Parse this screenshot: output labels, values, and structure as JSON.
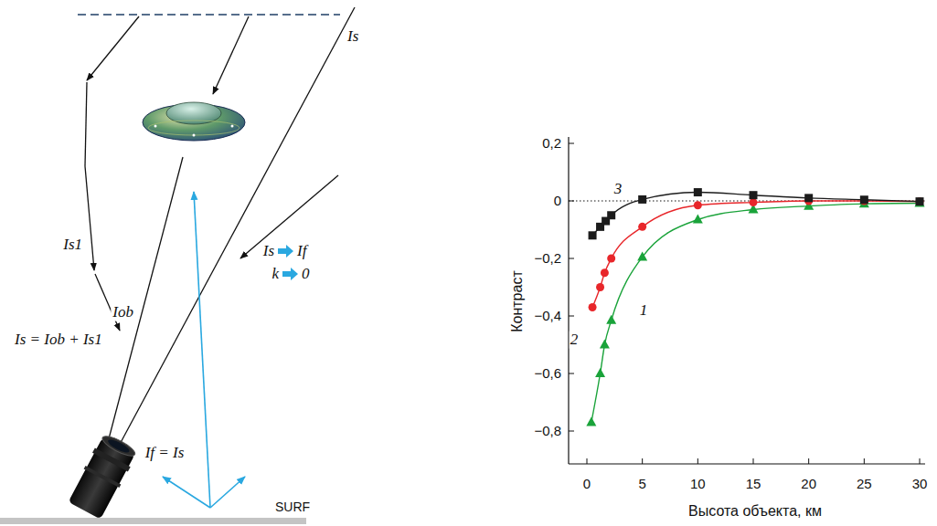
{
  "diagram": {
    "labels": [
      "Is",
      "Is1",
      "Iob",
      "Is = Iob + Is1",
      "Is",
      "If",
      "k",
      "0",
      "If = Is",
      "SURF",
      "0,2",
      "0",
      "−0,2",
      "−0,4",
      "−0,6",
      "−0,8",
      "0",
      "5",
      "10",
      "15",
      "20",
      "25",
      "30",
      "Контраст",
      "Высота объекта, км",
      "1",
      "2",
      "3"
    ]
  }
}
